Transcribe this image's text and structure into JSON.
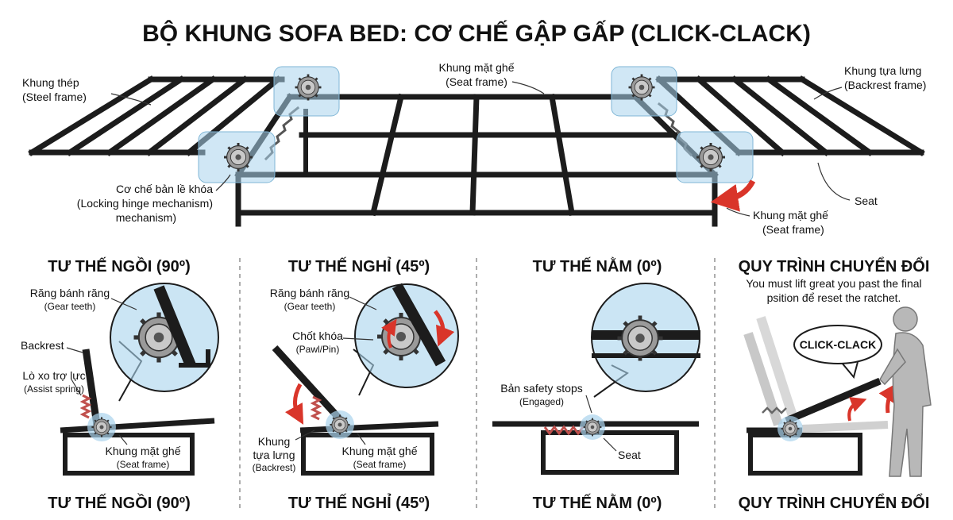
{
  "title": "BỘ KHUNG SOFA BED: CƠ CHẾ GẬP GẤP (CLICK-CLACK)",
  "top": {
    "steel_frame": [
      "Khung thép",
      "(Steel frame)"
    ],
    "seat_frame_top": [
      "Khung mặt ghế",
      "(Seat frame)"
    ],
    "backrest_frame": [
      "Khung tựa lưng",
      "(Backrest frame)"
    ],
    "hinge": [
      "Cơ chế bản lề khóa",
      "(Locking hinge mechanism)",
      "mechanism)"
    ],
    "seat": "Seat",
    "seat_frame_right": [
      "Khung mặt ghế",
      "(Seat frame)"
    ]
  },
  "panels": [
    {
      "header": "TƯ THẾ NGỒI (90º)",
      "footer": "TƯ THẾ NGỒI (90º)",
      "gear": [
        "Răng bánh răng",
        "(Gear teeth)"
      ],
      "backrest": "Backrest",
      "spring": [
        "Lò xo trợ lực",
        "(Assist spring)"
      ],
      "seat_frame": [
        "Khung mặt ghế",
        "(Seat frame)"
      ]
    },
    {
      "header": "TƯ THẾ NGHỈ (45º)",
      "footer": "TƯ THẾ NGHỈ (45º)",
      "gear": [
        "Răng bánh răng",
        "(Gear teeth)"
      ],
      "pawl": [
        "Chốt khóa",
        "(Pawl/Pin)"
      ],
      "backrest": [
        "Khung",
        "tựa lưng",
        "(Backrest)"
      ],
      "seat_frame": [
        "Khung mặt ghế",
        "(Seat frame)"
      ]
    },
    {
      "header": "TƯ THẾ NẰM (0º)",
      "footer": "TƯ THẾ NẰM (0º)",
      "stops": [
        "Bản safety stops",
        "(Engaged)"
      ],
      "seat": "Seat"
    },
    {
      "header": "QUY TRÌNH CHUYỂN ĐỔI",
      "footer": "QUY TRÌNH CHUYỂN ĐỔI",
      "note": [
        "You must lift great you past the final",
        "psition để reset the ratchet."
      ],
      "bubble": "CLICK-CLACK"
    }
  ],
  "colors": {
    "steel": "#1c1c1c",
    "highlight": "#a9d3ec",
    "arrow": "#d9352a",
    "spring": "#c0504d",
    "person": "#b8b8b8"
  }
}
